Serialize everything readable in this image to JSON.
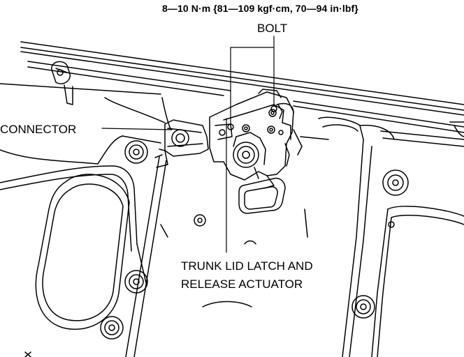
{
  "labels": {
    "torque": "8—10 N·m {81—109 kgf·cm, 70—94 in·lbf}",
    "bolt": "BOLT",
    "connector": "CONNECTOR",
    "latch_line1": "TRUNK LID LATCH AND",
    "latch_line2": "RELEASE ACTUATOR"
  },
  "colors": {
    "line": "#000000",
    "background": "#ffffff"
  }
}
